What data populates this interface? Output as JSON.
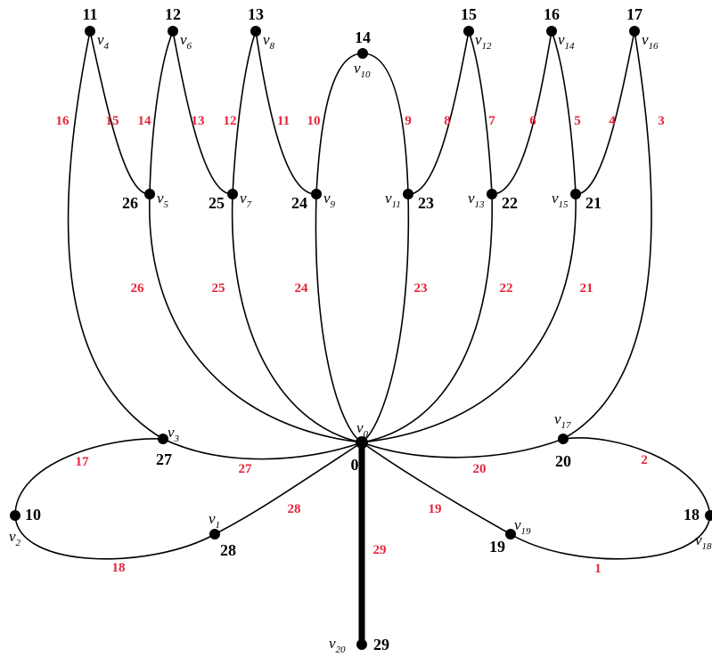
{
  "graph": {
    "vertices": [
      {
        "id": "v0",
        "sym": "v",
        "sub": "0",
        "number": "0"
      },
      {
        "id": "v1",
        "sym": "v",
        "sub": "1",
        "number": "28"
      },
      {
        "id": "v2",
        "sym": "v",
        "sub": "2",
        "number": "10"
      },
      {
        "id": "v3",
        "sym": "v",
        "sub": "3",
        "number": "27"
      },
      {
        "id": "v4",
        "sym": "v",
        "sub": "4",
        "number": "11"
      },
      {
        "id": "v5",
        "sym": "v",
        "sub": "5",
        "number": "26"
      },
      {
        "id": "v6",
        "sym": "v",
        "sub": "6",
        "number": "12"
      },
      {
        "id": "v7",
        "sym": "v",
        "sub": "7",
        "number": "25"
      },
      {
        "id": "v8",
        "sym": "v",
        "sub": "8",
        "number": "13"
      },
      {
        "id": "v9",
        "sym": "v",
        "sub": "9",
        "number": "24"
      },
      {
        "id": "v10",
        "sym": "v",
        "sub": "10",
        "number": "14"
      },
      {
        "id": "v11",
        "sym": "v",
        "sub": "11",
        "number": "23"
      },
      {
        "id": "v12",
        "sym": "v",
        "sub": "12",
        "number": "15"
      },
      {
        "id": "v13",
        "sym": "v",
        "sub": "13",
        "number": "22"
      },
      {
        "id": "v14",
        "sym": "v",
        "sub": "14",
        "number": "16"
      },
      {
        "id": "v15",
        "sym": "v",
        "sub": "15",
        "number": "21"
      },
      {
        "id": "v16",
        "sym": "v",
        "sub": "16",
        "number": "17"
      },
      {
        "id": "v17",
        "sym": "v",
        "sub": "17",
        "number": "20"
      },
      {
        "id": "v18",
        "sym": "v",
        "sub": "18",
        "number": "18"
      },
      {
        "id": "v19",
        "sym": "v",
        "sub": "19",
        "number": "19"
      },
      {
        "id": "v20",
        "sym": "v",
        "sub": "20",
        "number": "29"
      }
    ],
    "edges": [
      {
        "from": "v0",
        "to": "v1",
        "label": "28"
      },
      {
        "from": "v1",
        "to": "v2",
        "label": "18"
      },
      {
        "from": "v2",
        "to": "v3",
        "label": "17"
      },
      {
        "from": "v3",
        "to": "v0",
        "label": "27"
      },
      {
        "from": "v3",
        "to": "v4",
        "label": "16"
      },
      {
        "from": "v4",
        "to": "v5",
        "label": "15"
      },
      {
        "from": "v5",
        "to": "v6",
        "label": "14"
      },
      {
        "from": "v6",
        "to": "v7",
        "label": "13"
      },
      {
        "from": "v7",
        "to": "v8",
        "label": "12"
      },
      {
        "from": "v8",
        "to": "v9",
        "label": "11"
      },
      {
        "from": "v9",
        "to": "v10",
        "label": "10"
      },
      {
        "from": "v10",
        "to": "v11",
        "label": "9"
      },
      {
        "from": "v11",
        "to": "v12",
        "label": "8"
      },
      {
        "from": "v12",
        "to": "v13",
        "label": "7"
      },
      {
        "from": "v13",
        "to": "v14",
        "label": "6"
      },
      {
        "from": "v14",
        "to": "v15",
        "label": "5"
      },
      {
        "from": "v15",
        "to": "v16",
        "label": "4"
      },
      {
        "from": "v16",
        "to": "v17",
        "label": "3"
      },
      {
        "from": "v17",
        "to": "v18",
        "label": "2"
      },
      {
        "from": "v18",
        "to": "v19",
        "label": "1"
      },
      {
        "from": "v19",
        "to": "v0",
        "label": "19"
      },
      {
        "from": "v17",
        "to": "v0",
        "label": "20"
      },
      {
        "from": "v15",
        "to": "v0",
        "label": "21"
      },
      {
        "from": "v13",
        "to": "v0",
        "label": "22"
      },
      {
        "from": "v11",
        "to": "v0",
        "label": "23"
      },
      {
        "from": "v9",
        "to": "v0",
        "label": "24"
      },
      {
        "from": "v7",
        "to": "v0",
        "label": "25"
      },
      {
        "from": "v5",
        "to": "v0",
        "label": "26"
      },
      {
        "from": "v0",
        "to": "v20",
        "label": "29"
      }
    ],
    "colors": {
      "edge": "#000000",
      "vertex": "#000000",
      "edge_label": "#e8233a"
    }
  }
}
